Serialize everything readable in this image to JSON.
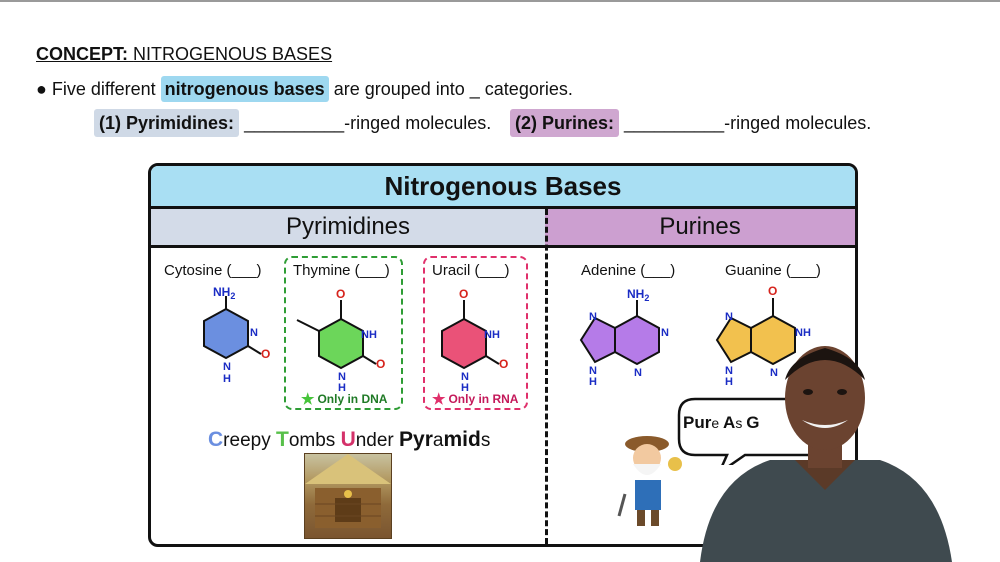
{
  "concept": {
    "prefix": "CONCEPT:",
    "title": "NITROGENOUS BASES"
  },
  "bullet": {
    "glyph": "●",
    "before": "Five different",
    "highlight": "nitrogenous bases",
    "after": "are grouped into _ categories."
  },
  "categories": [
    {
      "label": "(1) Pyrimidines:",
      "blank": "__________",
      "suffix": "-ringed molecules."
    },
    {
      "label": "(2) Purines:",
      "blank": "__________",
      "suffix": "-ringed molecules."
    }
  ],
  "table": {
    "title": "Nitrogenous Bases",
    "col_pyrimidines": "Pyrimidines",
    "col_purines": "Purines",
    "bases": [
      {
        "name": "Cytosine (___)",
        "color": "#6b8fe0"
      },
      {
        "name": "Thymine (___)",
        "color": "#6cd65a",
        "tag": "Only in DNA"
      },
      {
        "name": "Uracil (___)",
        "color": "#ea5278",
        "tag": "Only in RNA"
      },
      {
        "name": "Adenine (___)",
        "color": "#b57be8"
      },
      {
        "name": "Guanine (___)",
        "color": "#f2c14e"
      }
    ],
    "mnemonic_pyr": {
      "C": "C",
      "reepy": "reepy ",
      "T": "T",
      "ombs": "ombs ",
      "U": "U",
      "nder": "nder ",
      "Pyr": "Pyr",
      "a": "a",
      "mid": "mid",
      "s": "s"
    },
    "mnemonic_pur": {
      "Pur": "Pur",
      "e": "e ",
      "A": "A",
      "s": "s ",
      "G": "G"
    }
  },
  "atoms": {
    "NH2": "NH",
    "two": "2",
    "N": "N",
    "NH": "NH",
    "H": "H",
    "O": "O"
  },
  "colors": {
    "header_blue": "#a9dff3",
    "pyr_header": "#d3dbe8",
    "pur_header": "#cc9fd0",
    "thymine_box": "#2e9d35",
    "uracil_box": "#e0306b"
  }
}
